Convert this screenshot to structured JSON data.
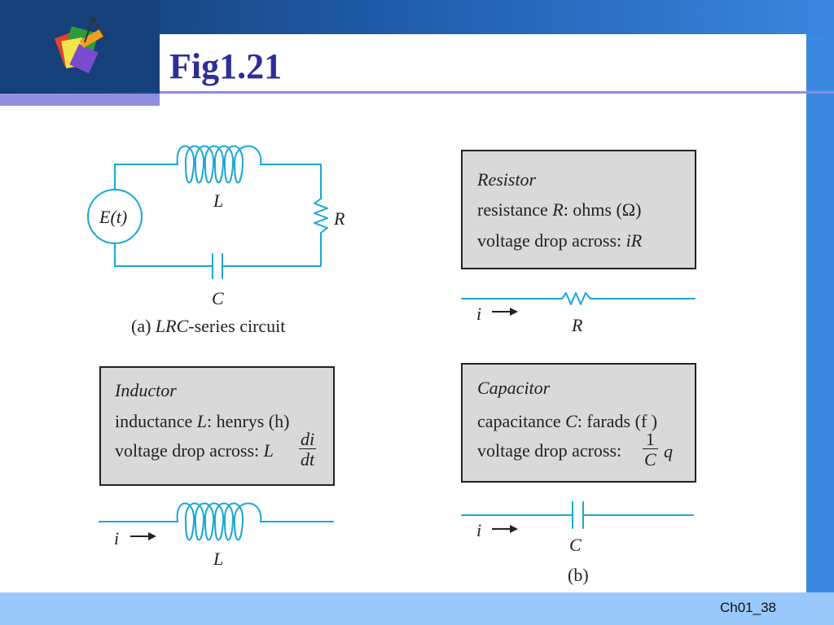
{
  "slide": {
    "title": "Fig1.21",
    "slide_number": "Ch01_38"
  },
  "circuit_a": {
    "source_label": "E(t)",
    "inductor_label": "L",
    "resistor_label": "R",
    "capacitor_label": "C",
    "caption_prefix": "(a) ",
    "caption_italic": "LRC",
    "caption_suffix": "-series circuit"
  },
  "resistor_box": {
    "heading": "Resistor",
    "line1_prefix": "resistance ",
    "line1_sym": "R",
    "line1_suffix": ": ohms (Ω)",
    "line2_prefix": "voltage drop across: ",
    "line2_sym": "iR"
  },
  "resistor_diagram": {
    "current_label": "i",
    "element_label": "R"
  },
  "inductor_box": {
    "heading": "Inductor",
    "line1_prefix": "inductance ",
    "line1_sym": "L",
    "line1_suffix": ": henrys (h)",
    "line2_prefix": "voltage drop across: ",
    "line2_sym": "L",
    "frac_num": "di",
    "frac_den": "dt"
  },
  "inductor_diagram": {
    "current_label": "i",
    "element_label": "L"
  },
  "capacitor_box": {
    "heading": "Capacitor",
    "line1_prefix": "capacitance ",
    "line1_sym": "C",
    "line1_suffix": ": farads (f )",
    "line2_prefix": "voltage drop across: ",
    "frac_num": "1",
    "frac_den": "C",
    "line2_after": "q"
  },
  "capacitor_diagram": {
    "current_label": "i",
    "element_label": "C"
  },
  "figure_caption_b": "(b)",
  "colors": {
    "wire": "#1aa6d6",
    "title": "#2d2d9c",
    "box_fill": "#d9d9d9"
  }
}
